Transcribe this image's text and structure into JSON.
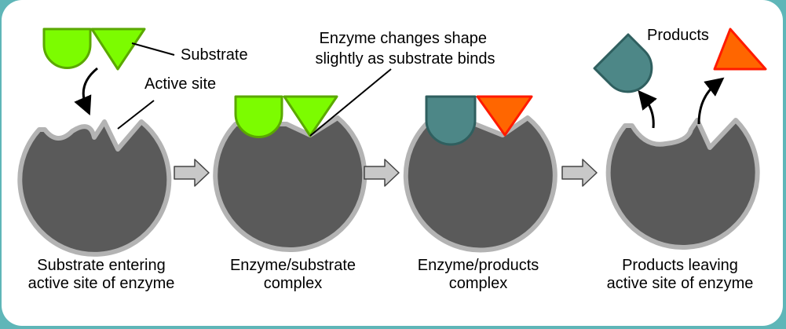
{
  "colors": {
    "background": "#5fb6b8",
    "card": "#ffffff",
    "enzyme_fill": "#5a5a5a",
    "enzyme_outline": "#b3b3b3",
    "substrate_fill": "#7cfc00",
    "substrate_outline": "#5aa800",
    "product_teal_fill": "#4d8787",
    "product_teal_outline": "#2f5f5f",
    "product_orange_fill": "#ff6600",
    "product_orange_outline": "#ff1a00",
    "step_arrow_fill": "#c8c8c8"
  },
  "labels": {
    "substrate": "Substrate",
    "active_site": "Active site",
    "shape_change": "Enzyme changes shape\nslightly as substrate binds",
    "products": "Products"
  },
  "captions": [
    "Substrate entering\nactive site of enzyme",
    "Enzyme/substrate\ncomplex",
    "Enzyme/products\ncomplex",
    "Products leaving\nactive site of enzyme"
  ]
}
